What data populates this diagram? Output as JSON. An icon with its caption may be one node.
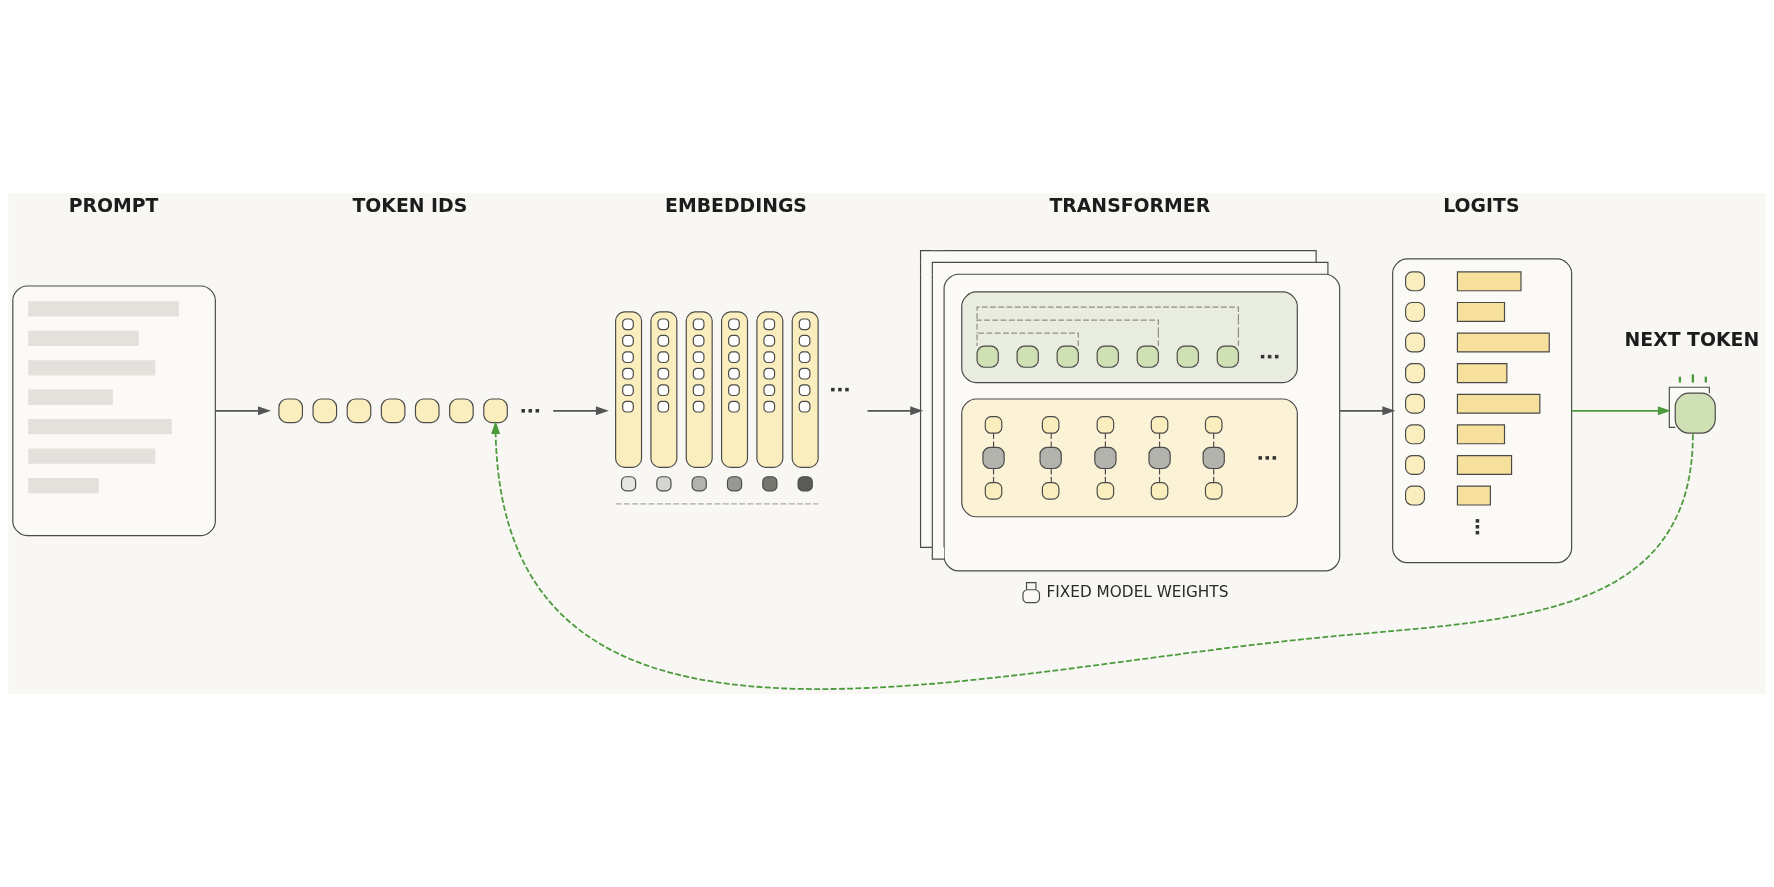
{
  "diagram": {
    "nodes": [
      {
        "text": [
          "PROMPT"
        ]
      },
      {
        "text": [
          "TOKEN IDS"
        ]
      },
      {
        "text": [
          "EMBEDDINGS"
        ]
      },
      {
        "text": [
          "TRANSFORMER"
        ],
        "beside": [
          "FIXED MODEL WEIGHTS"
        ]
      },
      {
        "text": [
          "LOGITS"
        ]
      },
      {
        "text": [
          "NEXT TOKEN"
        ]
      }
    ],
    "edges": [
      {
        "from": 0,
        "to": 1,
        "arrow": "to"
      },
      {
        "from": 1,
        "to": 2,
        "arrow": "to"
      },
      {
        "from": 2,
        "to": 3,
        "arrow": "to"
      },
      {
        "from": 3,
        "to": 4,
        "arrow": "to"
      },
      {
        "from": 4,
        "to": 5,
        "arrow": "to",
        "color": "#4b9a3c"
      },
      {
        "from": 5,
        "to": 1,
        "arrow": "to",
        "style": "dashed",
        "color": "#4b9a3c"
      }
    ]
  }
}
